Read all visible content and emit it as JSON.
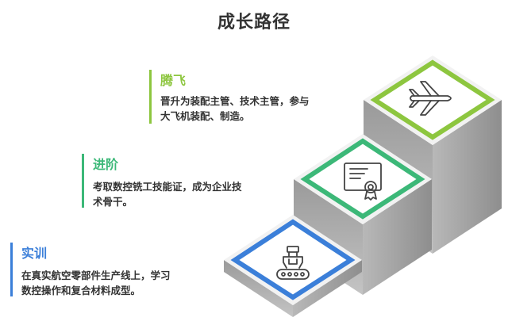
{
  "title": "成长路径",
  "stages": [
    {
      "name": "腾飞",
      "desc_lines": [
        "晋升为装配主管、技术主管，参与",
        "大飞机装配、制造。"
      ],
      "color": "#8dc63f",
      "icon": "airplane-icon"
    },
    {
      "name": "进阶",
      "desc_lines": [
        "考取数控铣工技能证，成为企业技",
        "术骨干。"
      ],
      "color": "#3cb878",
      "icon": "certificate-icon"
    },
    {
      "name": "实训",
      "desc_lines": [
        "在真实航空零部件生产线上，学习",
        "数控操作和复合材料成型。"
      ],
      "color": "#3b7fd9",
      "icon": "robot-arm-icon"
    }
  ]
}
